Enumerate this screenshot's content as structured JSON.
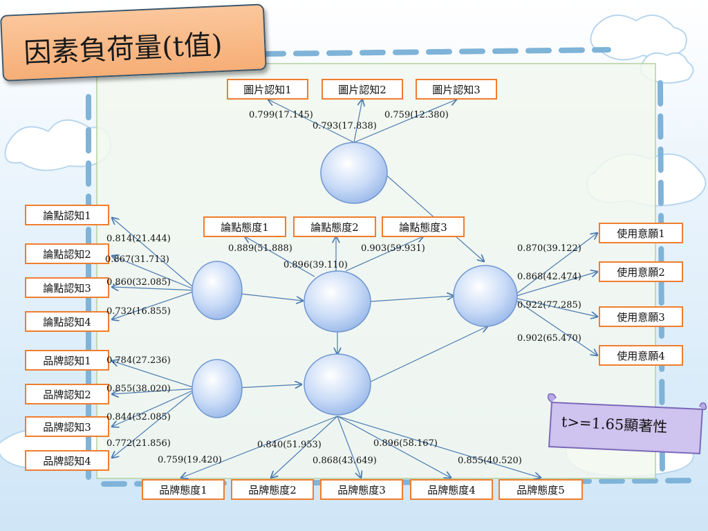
{
  "title": "因素負荷量(t值)",
  "note": "t>=1.65顯著性",
  "colors": {
    "box_border": "#f07d2d",
    "arrow": "#4a7ab0",
    "node_fill": "#c9dbf7"
  },
  "boxes": {
    "picture_cog_1": "圖片認知1",
    "picture_cog_2": "圖片認知2",
    "picture_cog_3": "圖片認知3",
    "arg_cog_1": "論點認知1",
    "arg_cog_2": "論點認知2",
    "arg_cog_3": "論點認知3",
    "arg_cog_4": "論點認知4",
    "arg_att_1": "論點態度1",
    "arg_att_2": "論點態度2",
    "arg_att_3": "論點態度3",
    "brand_cog_1": "品牌認知1",
    "brand_cog_2": "品牌認知2",
    "brand_cog_3": "品牌認知3",
    "brand_cog_4": "品牌認知4",
    "brand_att_1": "品牌態度1",
    "brand_att_2": "品牌態度2",
    "brand_att_3": "品牌態度3",
    "brand_att_4": "品牌態度4",
    "brand_att_5": "品牌態度5",
    "use_int_1": "使用意願1",
    "use_int_2": "使用意願2",
    "use_int_3": "使用意願3",
    "use_int_4": "使用意願4"
  },
  "loadings": {
    "picture_1": "0.799(17.145)",
    "picture_2": "0.793(17.838)",
    "picture_3": "0.759(12.380)",
    "arg_cog_1": "0.814(21.444)",
    "arg_cog_2": "0.867(31.713)",
    "arg_cog_3": "0.860(32.085)",
    "arg_cog_4": "0.732(16.855)",
    "arg_att_1": "0.889(51.888)",
    "arg_att_2": "0.896(39.110)",
    "arg_att_3": "0.903(59.931)",
    "brand_cog_1": "0.784(27.236)",
    "brand_cog_2": "0.855(38.020)",
    "brand_cog_3": "0.844(32.085)",
    "brand_cog_4": "0.772(21.856)",
    "brand_att_1": "0.759(19.420)",
    "brand_att_2": "0.840(51.953)",
    "brand_att_3": "0.868(43.649)",
    "brand_att_4": "0.896(58.167)",
    "brand_att_5": "0.855(40.520)",
    "use_1": "0.870(39.122)",
    "use_2": "0.868(42.474)",
    "use_3": "0.922(77.285)",
    "use_4": "0.902(65.470)"
  }
}
